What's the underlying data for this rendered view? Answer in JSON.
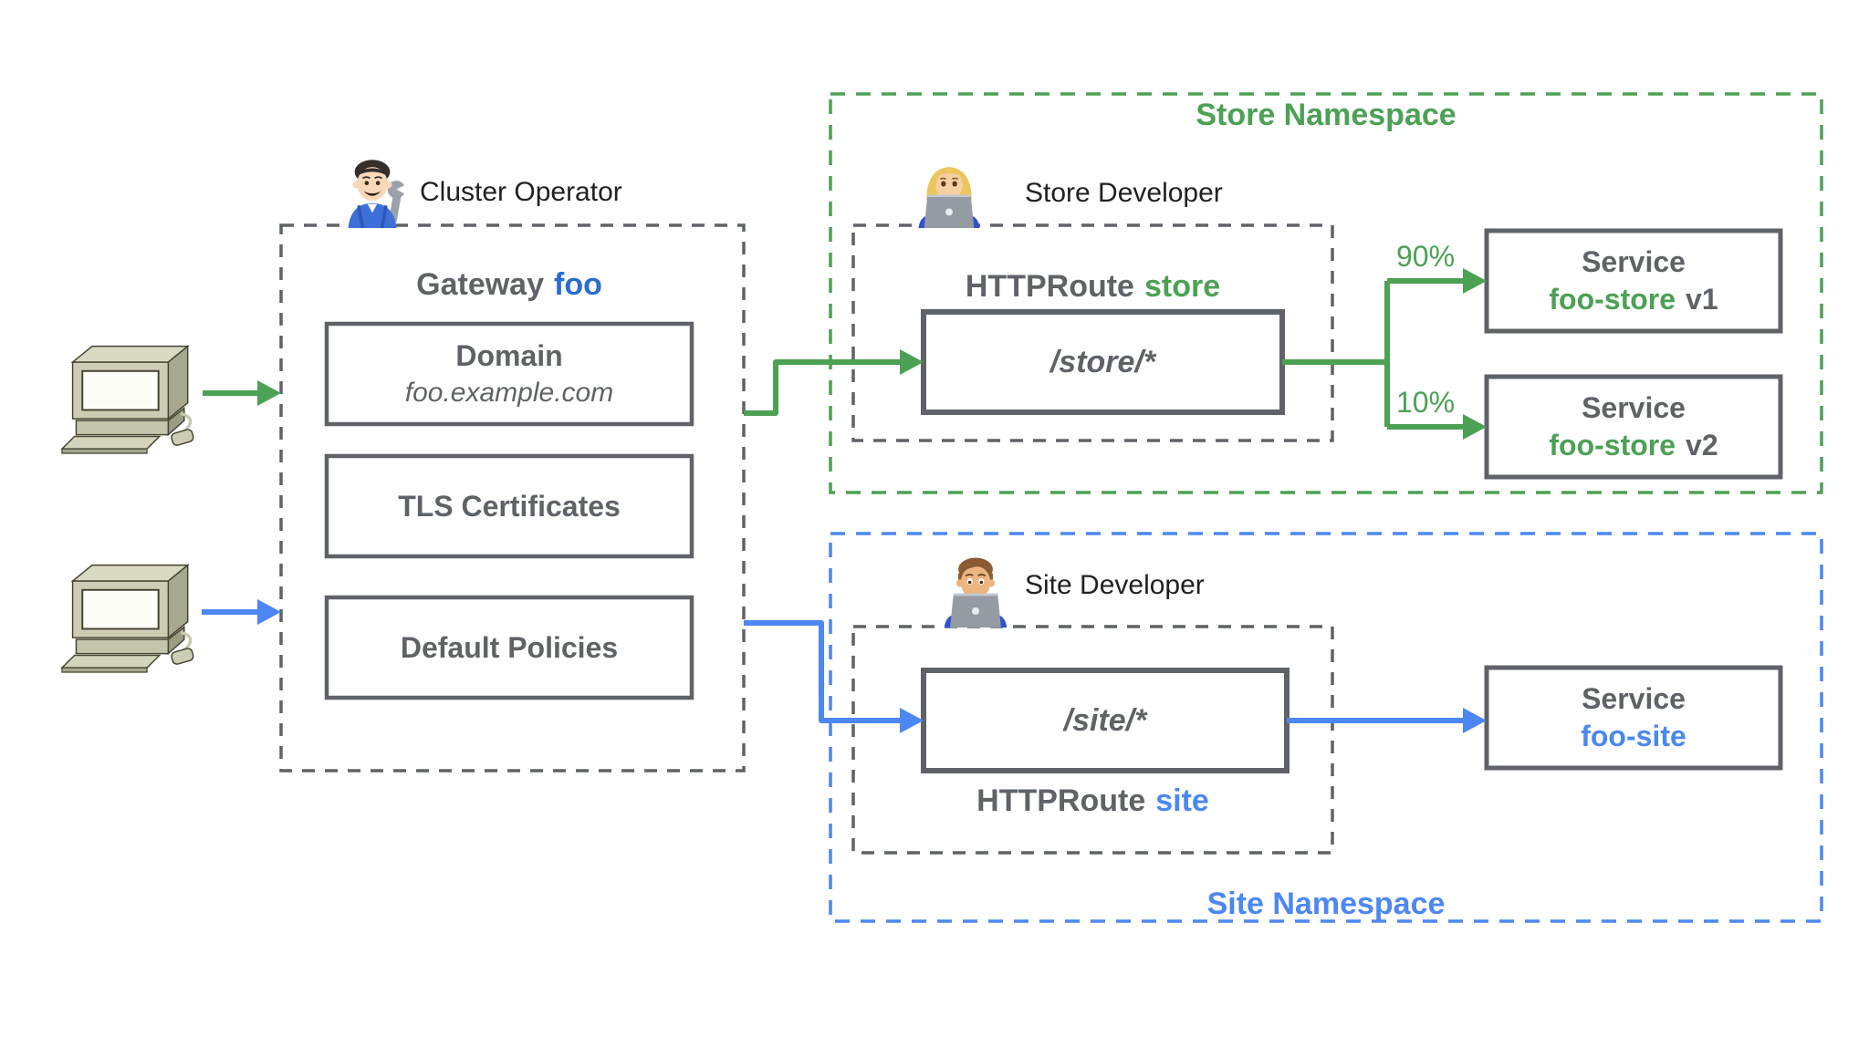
{
  "people": {
    "cluster_operator": {
      "label": "Cluster Operator"
    },
    "store_developer": {
      "label": "Store Developer"
    },
    "site_developer": {
      "label": "Site Developer"
    }
  },
  "gateway": {
    "title_prefix": "Gateway",
    "title_name": "foo",
    "domain_box": {
      "title": "Domain",
      "value": "foo.example.com"
    },
    "tls_box": {
      "title": "TLS Certificates"
    },
    "policies_box": {
      "title": "Default Policies"
    }
  },
  "store_namespace": {
    "title": "Store Namespace",
    "httproute": {
      "prefix": "HTTPRoute",
      "name": "store",
      "path": "/store/*"
    },
    "weights": {
      "v1": "90%",
      "v2": "10%"
    },
    "services": [
      {
        "title": "Service",
        "name": "foo-store",
        "version": "v1"
      },
      {
        "title": "Service",
        "name": "foo-store",
        "version": "v2"
      }
    ]
  },
  "site_namespace": {
    "title": "Site Namespace",
    "httproute": {
      "prefix": "HTTPRoute",
      "name": "site",
      "path": "/site/*"
    },
    "service": {
      "title": "Service",
      "name": "foo-site"
    }
  },
  "colors": {
    "green": "#4CA154",
    "blue": "#4c87f3",
    "gateway_name_blue": "#2b6bd3",
    "border_gray": "#5f6368",
    "text_dark": "#202124",
    "computer_beige": "#cdcdb6"
  }
}
